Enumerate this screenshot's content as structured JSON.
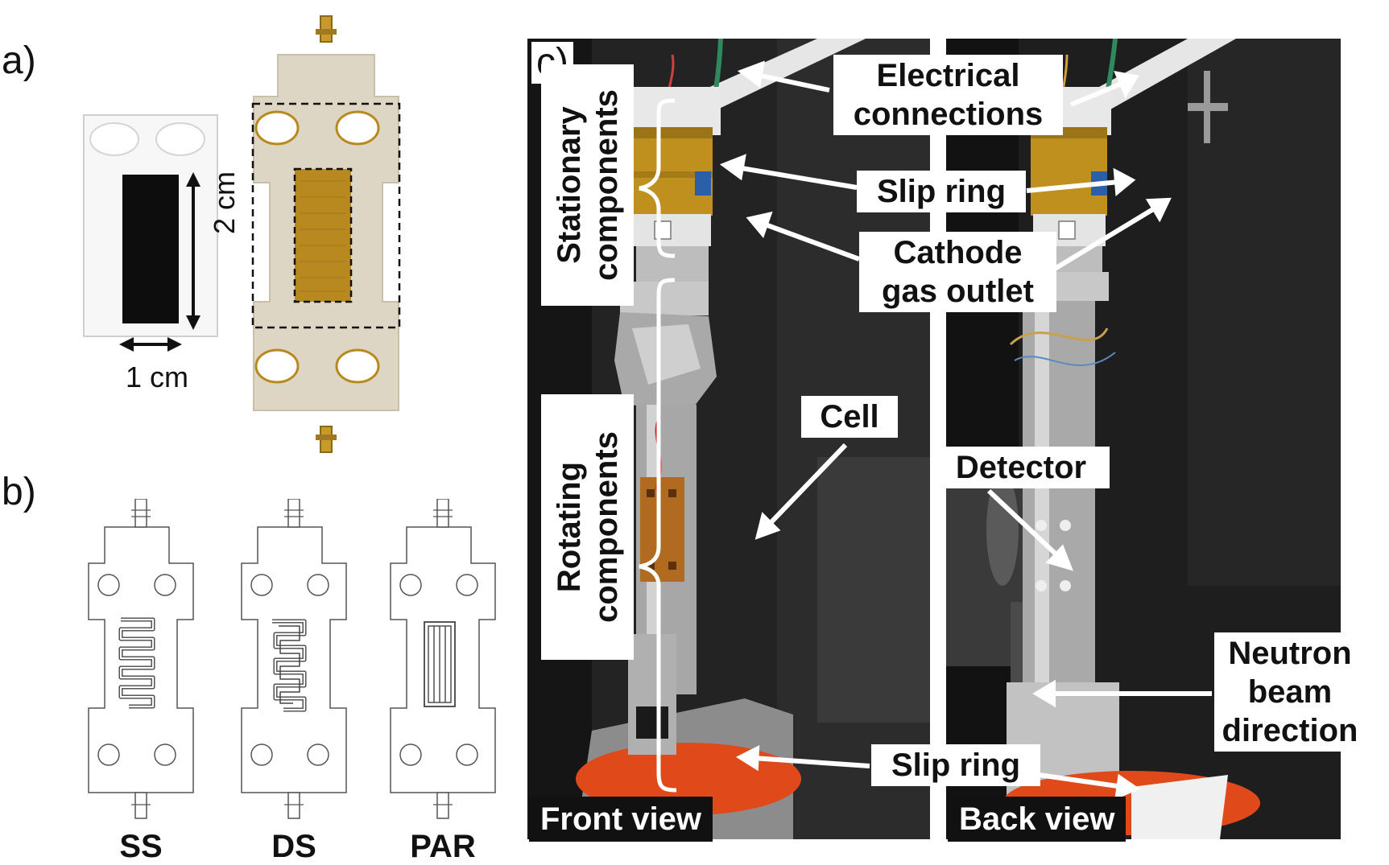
{
  "panels": {
    "a": "a)",
    "b": "b)",
    "c": "c)"
  },
  "panel_a": {
    "dim_height": "2 cm",
    "dim_width": "1 cm"
  },
  "panel_b": {
    "designs": [
      "SS",
      "DS",
      "PAR"
    ]
  },
  "panel_c": {
    "group_labels": {
      "stationary": "Stationary components",
      "rotating": "Rotating components"
    },
    "callouts": {
      "electrical": [
        "Electrical",
        "connections"
      ],
      "slip_ring_top": "Slip ring",
      "cathode": [
        "Cathode",
        "gas outlet"
      ],
      "cell": "Cell",
      "detector": "Detector",
      "neutron": [
        "Neutron",
        "beam",
        "direction"
      ],
      "slip_ring_bottom": "Slip ring"
    },
    "views": {
      "front": "Front view",
      "back": "Back view"
    }
  },
  "colors": {
    "gold": "#b8891f",
    "plate": "#ddd6c4",
    "photo_dark": "#262626",
    "metal": "#b9b9b9",
    "orange": "#e04a1a"
  }
}
